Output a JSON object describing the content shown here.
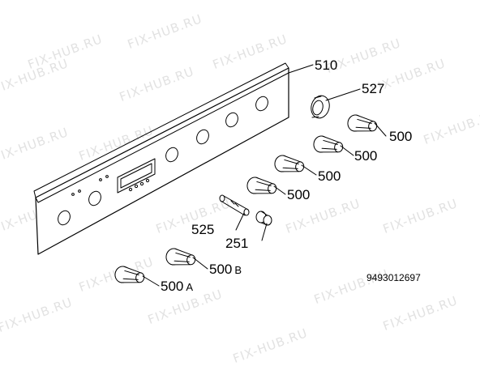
{
  "watermark": {
    "text": "FIX-HUB.RU"
  },
  "parts": {
    "panel": "510",
    "ring": "527",
    "knob_1": "500",
    "knob_2": "500",
    "knob_3": "500",
    "knob_4": "500",
    "shaft": "525",
    "small_knob": "251",
    "knob_b": {
      "number": "500",
      "suffix": "B"
    },
    "knob_a": {
      "number": "500",
      "suffix": "A"
    }
  },
  "drawing_number": "9493012697"
}
